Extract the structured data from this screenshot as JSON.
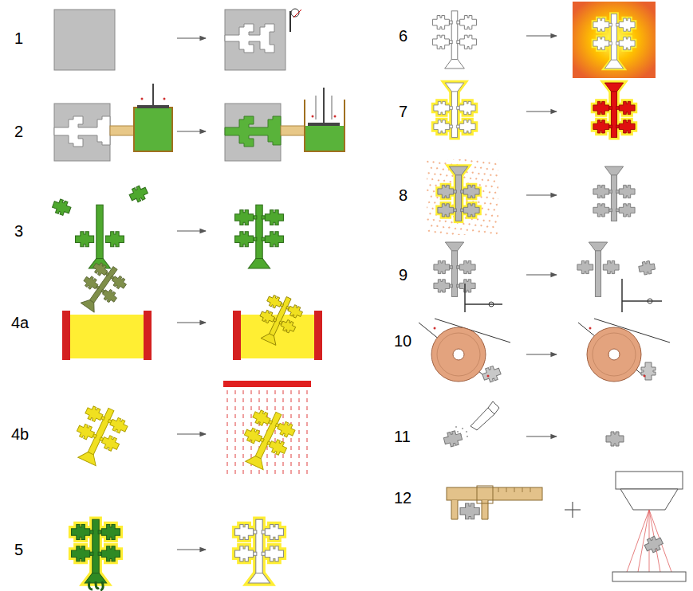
{
  "diagram": {
    "labels": [
      "1",
      "2",
      "3",
      "4a",
      "4b",
      "5",
      "6",
      "7",
      "8",
      "9",
      "10",
      "11",
      "12"
    ]
  }
}
